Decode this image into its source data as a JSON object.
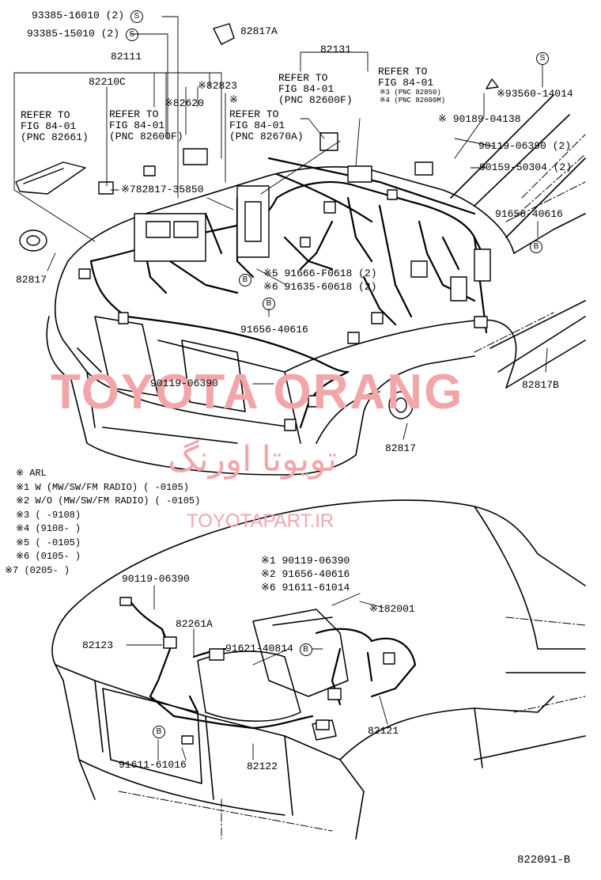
{
  "diagram": {
    "figure_code": "822091-B",
    "watermark_main": "TOYOTA ORANG",
    "watermark_persian": "تويوتا اورنگ",
    "watermark_site": "TOYOTAPART.IR",
    "parts": {
      "p93385_16010": "93385-16010 (2)",
      "p93385_15010": "93385-15010 (2)",
      "p82817A": "82817A",
      "p82111": "82111",
      "p82131": "82131",
      "p82210C": "82210C",
      "p82823": "※82823",
      "p82620": "※82620",
      "p93560_14014": "※93560-14014",
      "p90189_04138": "※ 90189-04138",
      "p90119_06390_2": "90119-06390 (2)",
      "p90159_50304_2": "90159-50304 (2)",
      "p91656_40616_a": "91656-40616",
      "p78281735850": "※782817-35850",
      "p82817_left": "82817",
      "p91666_f0618": "※5 91666-F0618 (2)",
      "p91635_60618": "※6 91635-60618 (2)",
      "p91656_40616_b": "91656-40616",
      "p90119_06390_mid": "90119-06390",
      "p82817B": "82817B",
      "p82817_mid": "82817",
      "p82001": "※182001",
      "p90119_06390_bot": "90119-06390",
      "p82261A": "82261A",
      "p82123": "82123",
      "p91621_40814": "91621-40814",
      "p82121": "82121",
      "p91611_61016": "91611-61016",
      "p82122": "82122",
      "x1_90119": "※1 90119-06390",
      "x2_91656": "※2 91656-40616",
      "x6_91611": "※6 91611-61014"
    },
    "refers": {
      "r1": [
        "REFER TO",
        "FIG 84-01",
        "(PNC 82661)"
      ],
      "r2": [
        "REFER TO",
        "FIG 84-01",
        "(PNC 82600F)"
      ],
      "r3": [
        "REFER TO",
        "FIG 84-01",
        "(PNC 82670A)"
      ],
      "r4": [
        "REFER TO",
        "FIG 84-01",
        "(PNC 82600F)"
      ],
      "r5": [
        "REFER TO",
        "FIG 84-01"
      ],
      "r5_notes": [
        "※3 (PNC 82850)",
        "※4 (PNC 82600M)"
      ]
    },
    "bubble_s": "S",
    "bubble_b": "B",
    "legend": [
      "※   ARL",
      "※1 W (MW/SW/FM RADIO)  (      -0105)",
      "※2 W/O (MW/SW/FM RADIO) (      -0105)",
      "※3 (         -9108)",
      "※4 (9108-         )",
      "※5 (         -0105)",
      "※6 (0105-         )",
      "※7 (0205-         )"
    ]
  }
}
